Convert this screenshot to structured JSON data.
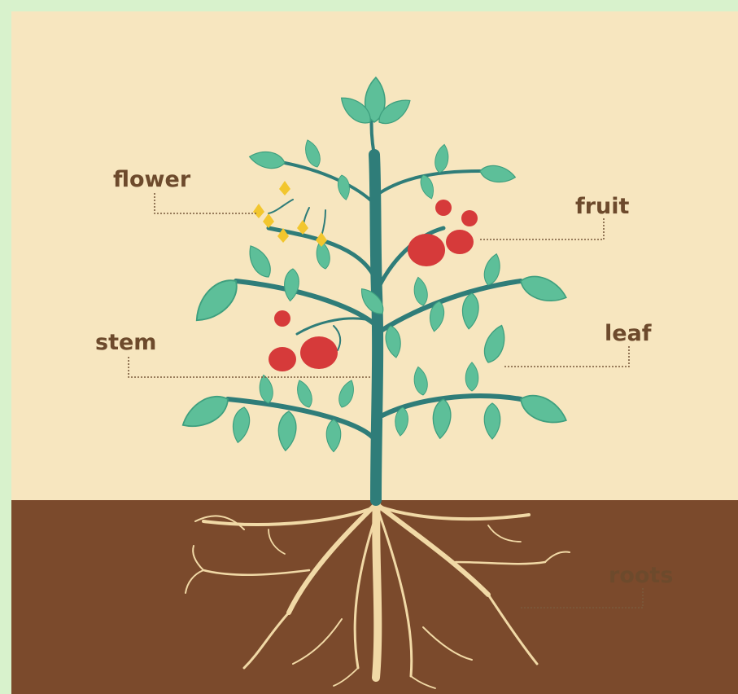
{
  "labels": {
    "flower": "flower",
    "fruit": "fruit",
    "stem": "stem",
    "leaf": "leaf",
    "roots": "roots"
  },
  "colors": {
    "outer_bg": "#d8f2cc",
    "sky": "#f7e6bf",
    "soil": "#7b4a2c",
    "stem": "#2f7d79",
    "leaf": "#5dbf99",
    "leaf_vein": "#3e9f7e",
    "fruit": "#d63a3a",
    "flower": "#f2c62e",
    "root": "#f1d9a6",
    "label": "#6d4a2c",
    "leader": "#7a5a3c"
  }
}
